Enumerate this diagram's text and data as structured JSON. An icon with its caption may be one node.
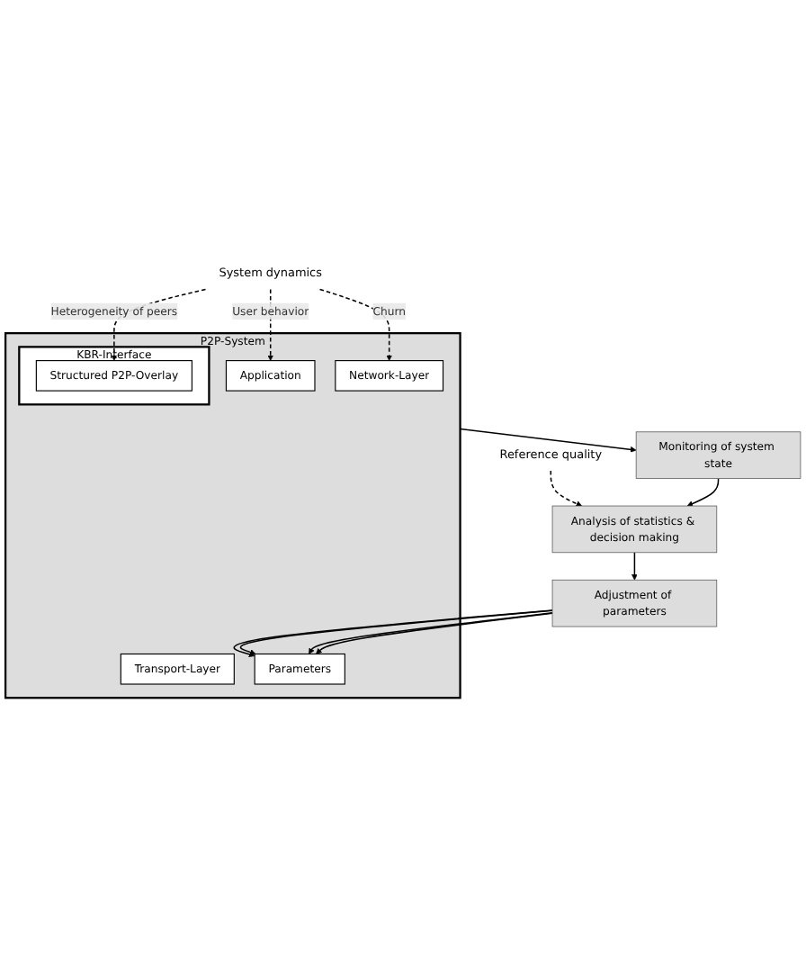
{
  "diagram": {
    "nodes": [
      {
        "text": [
          "Reference quality"
        ]
      },
      {
        "text": [
          "System dynamics"
        ]
      },
      {
        "text": [
          "Monitoring of system state"
        ]
      },
      {
        "text": [
          "Analysis of statistics & decision making"
        ]
      },
      {
        "text": [
          "Adjustment of parameters"
        ]
      },
      {
        "text": [
          "P2P-System"
        ]
      },
      {
        "text": [
          "Application"
        ],
        "in": 5
      },
      {
        "text": [
          "KBR-Interface"
        ],
        "in": 5
      },
      {
        "text": [
          "Structured P2P-Overlay"
        ],
        "in": 7
      },
      {
        "text": [
          "Transport-Layer"
        ],
        "in": 5
      },
      {
        "text": [
          "Network-Layer"
        ],
        "in": 5
      },
      {
        "text": [
          "Parameters"
        ],
        "in": 5
      }
    ],
    "edges": [
      {
        "from": 0,
        "to": 3,
        "arrow": "to",
        "style": "dashed"
      },
      {
        "from": 2,
        "to": 3,
        "arrow": "to"
      },
      {
        "from": 5,
        "to": 2,
        "arrow": "to"
      },
      {
        "from": 3,
        "to": 4,
        "arrow": "to"
      },
      {
        "from": 4,
        "to": 11,
        "arrow": "to"
      },
      {
        "from": 4,
        "to": 11,
        "arrow": "to"
      },
      {
        "from": 4,
        "to": 11,
        "arrow": "to"
      },
      {
        "from": 4,
        "to": 11,
        "arrow": "to"
      },
      {
        "from": 1,
        "to": 6,
        "arrow": "to",
        "style": "dashed",
        "label": "User behavior"
      },
      {
        "from": 1,
        "to": 8,
        "arrow": "to",
        "style": "dashed",
        "label": "Heterogeneity of peers"
      },
      {
        "from": 1,
        "to": 10,
        "arrow": "to",
        "style": "dashed",
        "label": "Churn"
      }
    ]
  }
}
